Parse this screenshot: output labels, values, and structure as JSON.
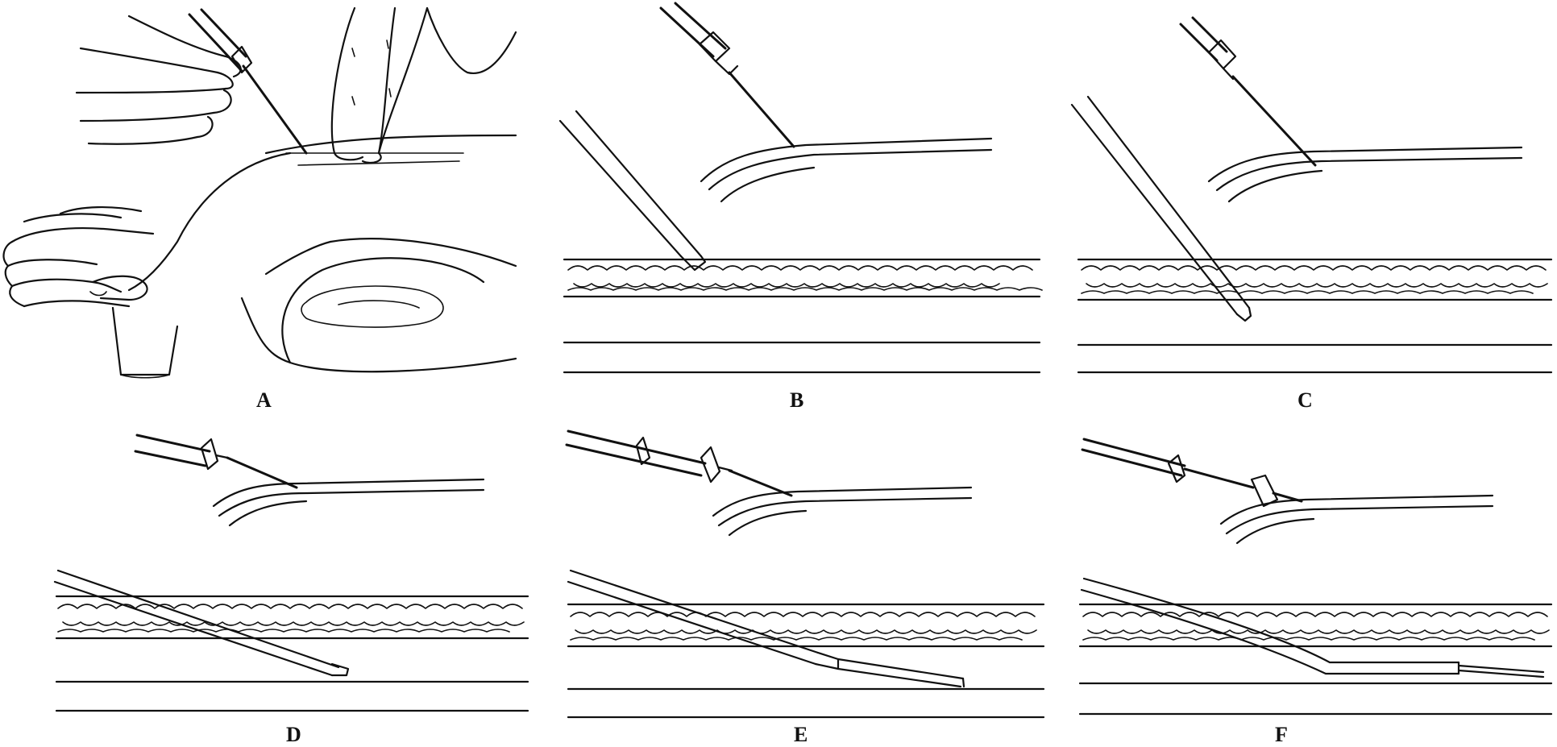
{
  "figure": {
    "panels": [
      {
        "id": "A",
        "label": "A"
      },
      {
        "id": "B",
        "label": "B"
      },
      {
        "id": "C",
        "label": "C"
      },
      {
        "id": "D",
        "label": "D"
      },
      {
        "id": "E",
        "label": "E"
      },
      {
        "id": "F",
        "label": "F"
      }
    ]
  },
  "colors": {
    "ink": "#111111",
    "background": "#ffffff"
  }
}
